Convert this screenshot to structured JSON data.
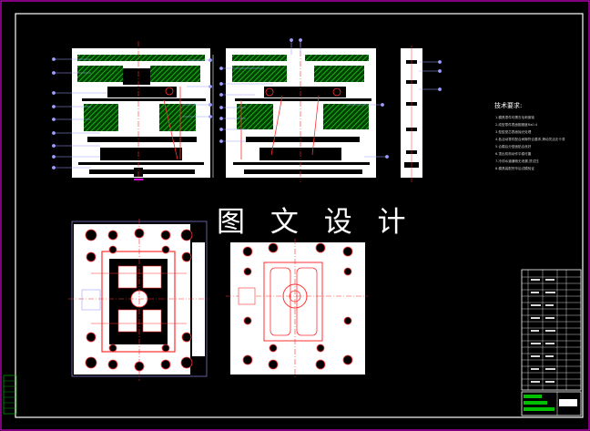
{
  "watermark": "图 文 设 计",
  "notes": {
    "title": "技术要求:",
    "items": [
      "1.模具零件均需去毛刺倒钝",
      "2.成型零件表面粗糙度Ra0.4",
      "3.型腔型芯表面抛光处理",
      "4.各活动零件配合间隙符合要求,滑动灵活无卡滞",
      "5.合模后分型面贴合良好",
      "6.顶出机构动作平稳可靠",
      "7.冷却水道通畅无泄漏,须试压",
      "8.模具装配完毕后试模验证"
    ]
  },
  "colors": {
    "background": "#000000",
    "border": "#ff00ff",
    "part": "#ffffff",
    "hatch": "#00a000",
    "centerline": "#ff3030",
    "leader": "#a0a0ff",
    "bolt": "#ff4040"
  }
}
